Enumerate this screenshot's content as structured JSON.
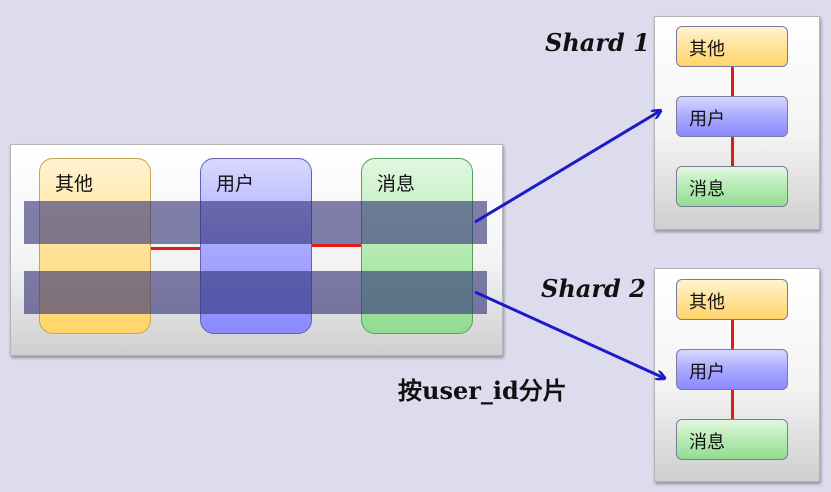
{
  "source_tables": [
    {
      "label": "其他"
    },
    {
      "label": "用户"
    },
    {
      "label": "消息"
    }
  ],
  "shards": [
    {
      "title": "Shard 1",
      "tables": [
        "其他",
        "用户",
        "消息"
      ]
    },
    {
      "title": "Shard 2",
      "tables": [
        "其他",
        "用户",
        "消息"
      ]
    }
  ],
  "caption": "按user_id分片",
  "colors": {
    "relation_line": "#e21a1a",
    "arrow": "#1a1ac8",
    "band": "#323278"
  }
}
